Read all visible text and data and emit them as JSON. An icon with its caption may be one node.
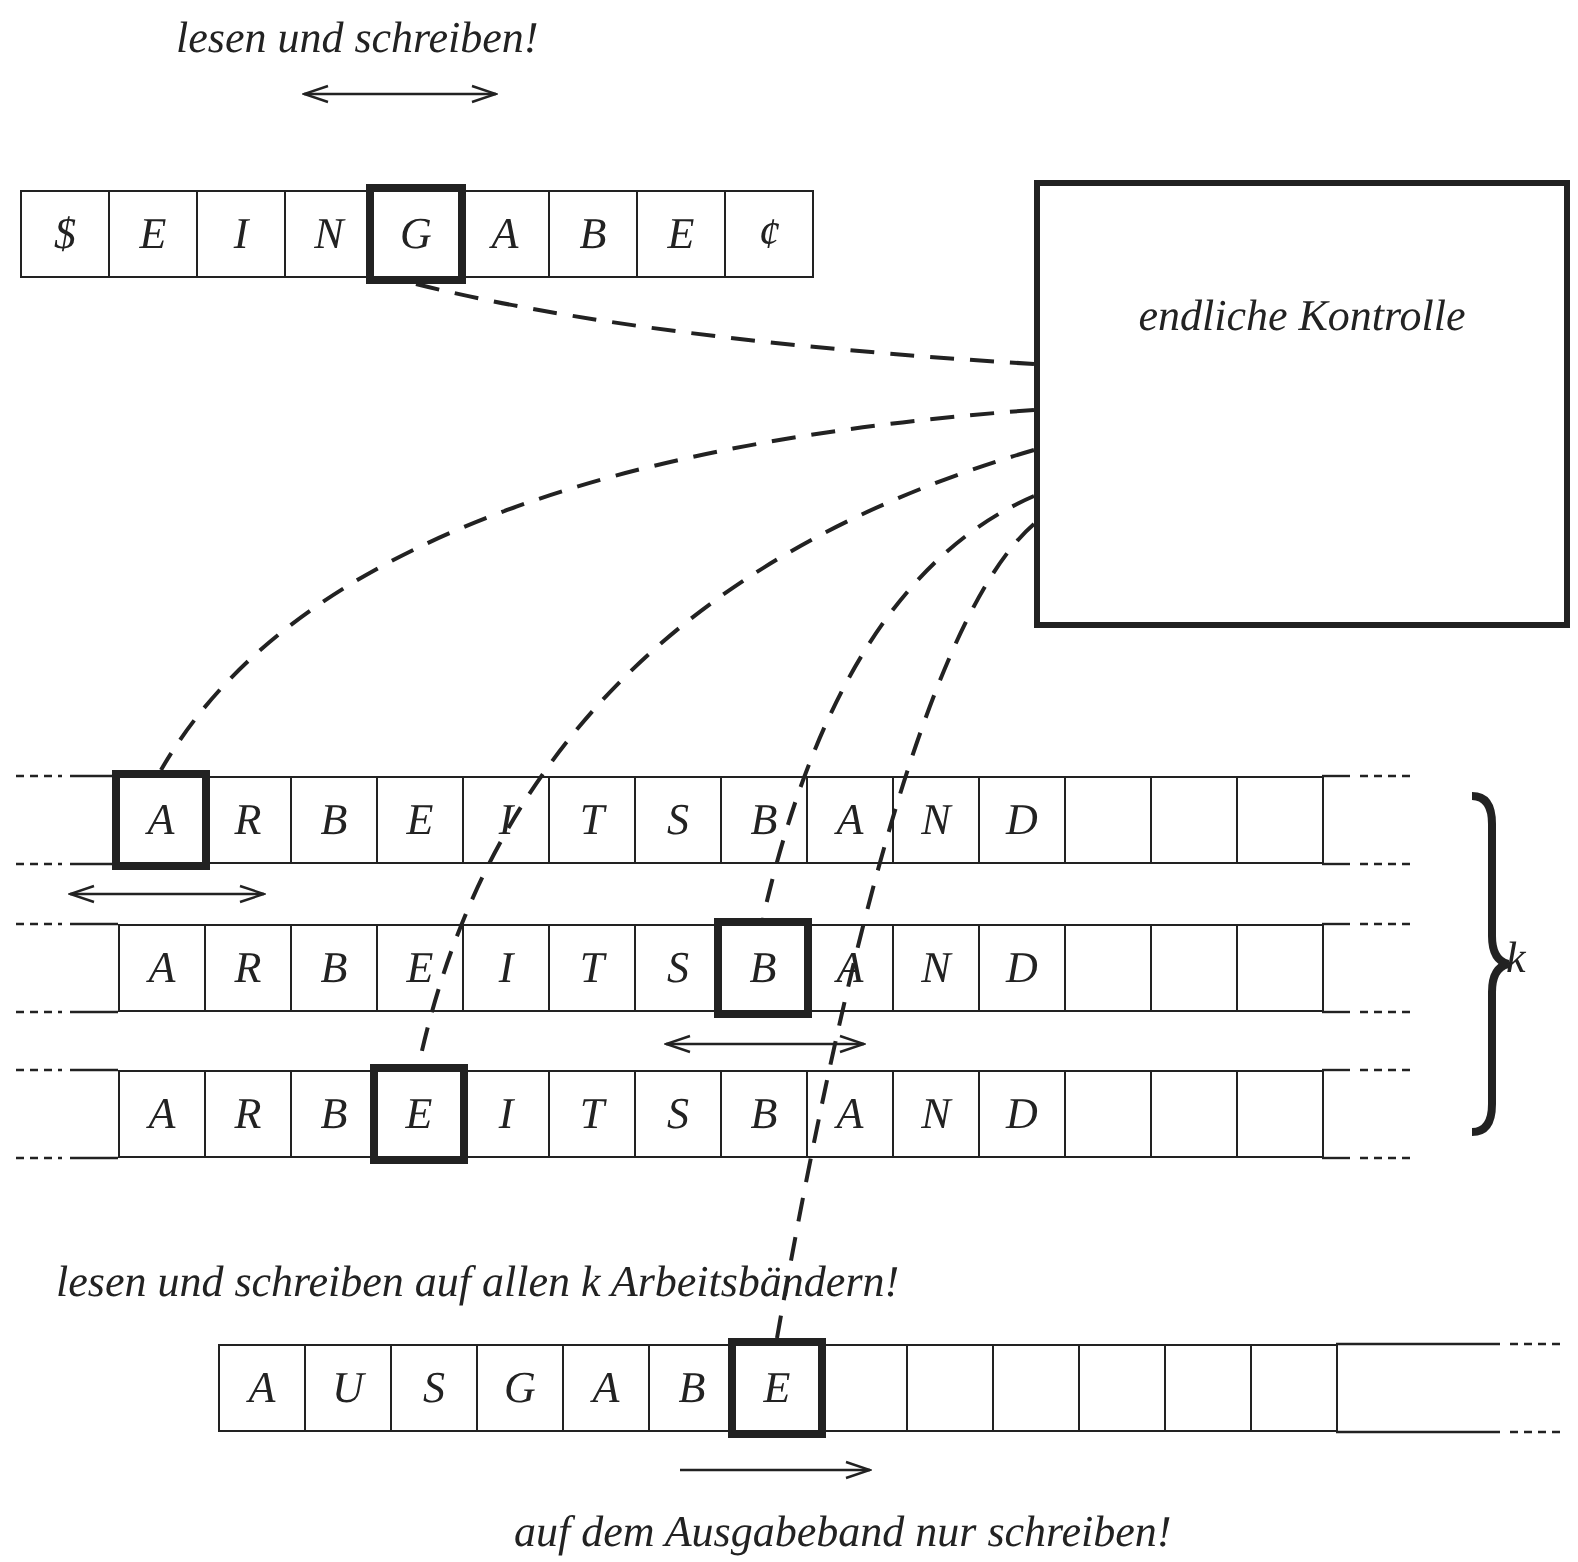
{
  "diagram": {
    "nodes": [
      {
        "text": [
          "endliche Kontrolle"
        ]
      },
      {
        "text": [
          "G"
        ]
      },
      {
        "text": [
          "A"
        ]
      },
      {
        "text": [
          "B"
        ]
      },
      {
        "text": [
          "E"
        ]
      },
      {
        "text": [
          "E"
        ]
      }
    ],
    "edges": [
      {
        "from": 0,
        "to": 1,
        "arrow": "none",
        "style": "dashed"
      },
      {
        "from": 0,
        "to": 2,
        "arrow": "none",
        "style": "dashed"
      },
      {
        "from": 0,
        "to": 4,
        "arrow": "none",
        "style": "dashed"
      },
      {
        "from": 0,
        "to": 3,
        "arrow": "none",
        "style": "dashed"
      },
      {
        "from": 0,
        "to": 5,
        "arrow": "none",
        "style": "dashed"
      }
    ],
    "labels": [
      "lesen und schreiben!",
      "$",
      "E",
      "I",
      "N",
      "A",
      "B",
      "E",
      "¢",
      "R",
      "B",
      "E",
      "I",
      "T",
      "S",
      "B",
      "A",
      "N",
      "D",
      "A",
      "R",
      "B",
      "E",
      "I",
      "T",
      "S",
      "A",
      "N",
      "D",
      "A",
      "R",
      "B",
      "I",
      "T",
      "S",
      "B",
      "A",
      "N",
      "D",
      "k",
      "lesen und schreiben auf allen k Arbeitsbändern!",
      "A",
      "U",
      "S",
      "G",
      "A",
      "B",
      "auf dem Ausgabeband nur schreiben!"
    ]
  }
}
